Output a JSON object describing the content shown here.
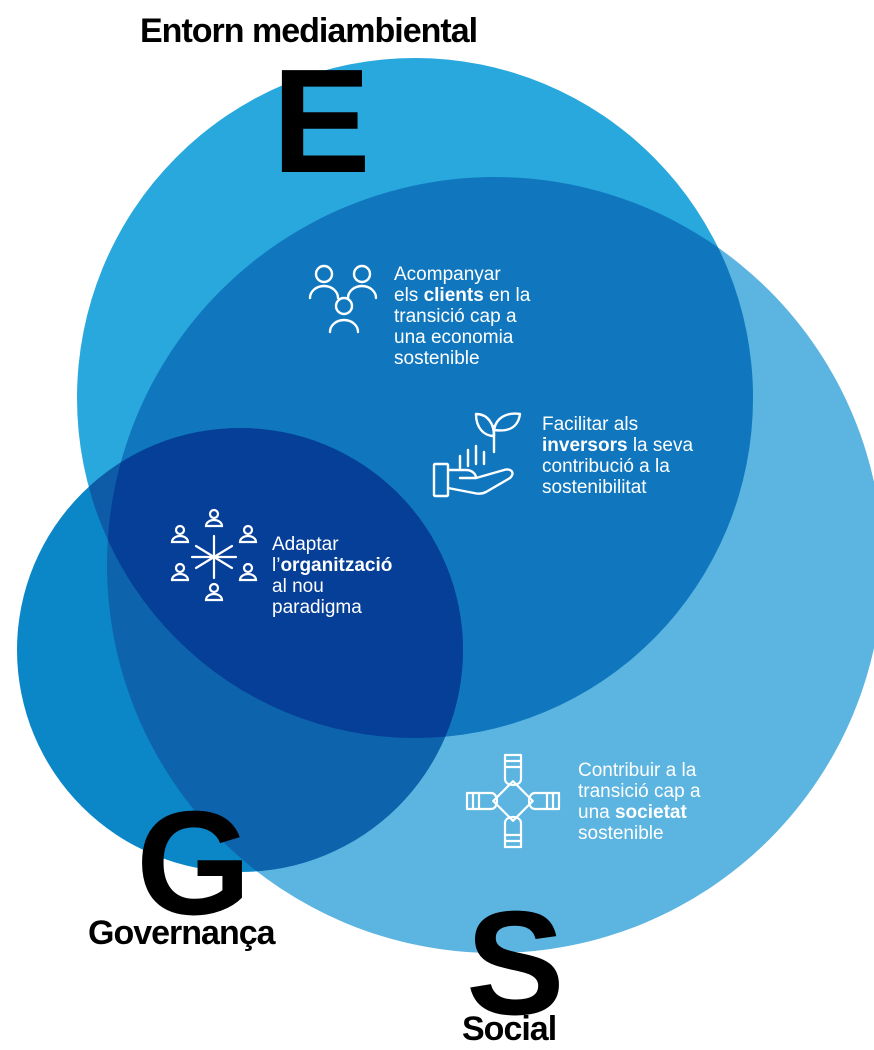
{
  "dimensions": {
    "environment": {
      "letter": "E",
      "label": "Entorn mediambiental"
    },
    "governance": {
      "letter": "G",
      "label": "Governança"
    },
    "social": {
      "letter": "S",
      "label": "Social"
    }
  },
  "colors": {
    "environment_circle": "#28a8dc",
    "social_circle": "#5cb4e0",
    "governance_circle": "#0b87c8",
    "env_social_overlap": "#1077be",
    "env_gov_overlap": "#0e5ba8",
    "social_gov_overlap": "#0e63ad",
    "center_overlap": "#053f98",
    "text": "#ffffff",
    "letters": "#000000"
  },
  "items": [
    {
      "icon": "people-group-icon",
      "lines": [
        {
          "pre": "Acompanyar",
          "bold": "",
          "post": ""
        },
        {
          "pre": "els ",
          "bold": "clients",
          "post": " en la"
        },
        {
          "pre": "transició cap a",
          "bold": "",
          "post": ""
        },
        {
          "pre": "una economia",
          "bold": "",
          "post": ""
        },
        {
          "pre": "sostenible",
          "bold": "",
          "post": ""
        }
      ]
    },
    {
      "icon": "hand-growing-plant-icon",
      "lines": [
        {
          "pre": "Facilitar als",
          "bold": "",
          "post": ""
        },
        {
          "pre": "",
          "bold": "inversors",
          "post": " la seva"
        },
        {
          "pre": "contribució a la",
          "bold": "",
          "post": ""
        },
        {
          "pre": "sostenibilitat",
          "bold": "",
          "post": ""
        }
      ]
    },
    {
      "icon": "organization-network-icon",
      "lines": [
        {
          "pre": "Adaptar",
          "bold": "",
          "post": ""
        },
        {
          "pre": "l’",
          "bold": "organització",
          "post": ""
        },
        {
          "pre": "al nou",
          "bold": "",
          "post": ""
        },
        {
          "pre": "paradigma",
          "bold": "",
          "post": ""
        }
      ]
    },
    {
      "icon": "joined-hands-icon",
      "lines": [
        {
          "pre": "Contribuir a la",
          "bold": "",
          "post": ""
        },
        {
          "pre": "transició cap a",
          "bold": "",
          "post": ""
        },
        {
          "pre": "una ",
          "bold": "societat",
          "post": ""
        },
        {
          "pre": "sostenible",
          "bold": "",
          "post": ""
        }
      ]
    }
  ]
}
